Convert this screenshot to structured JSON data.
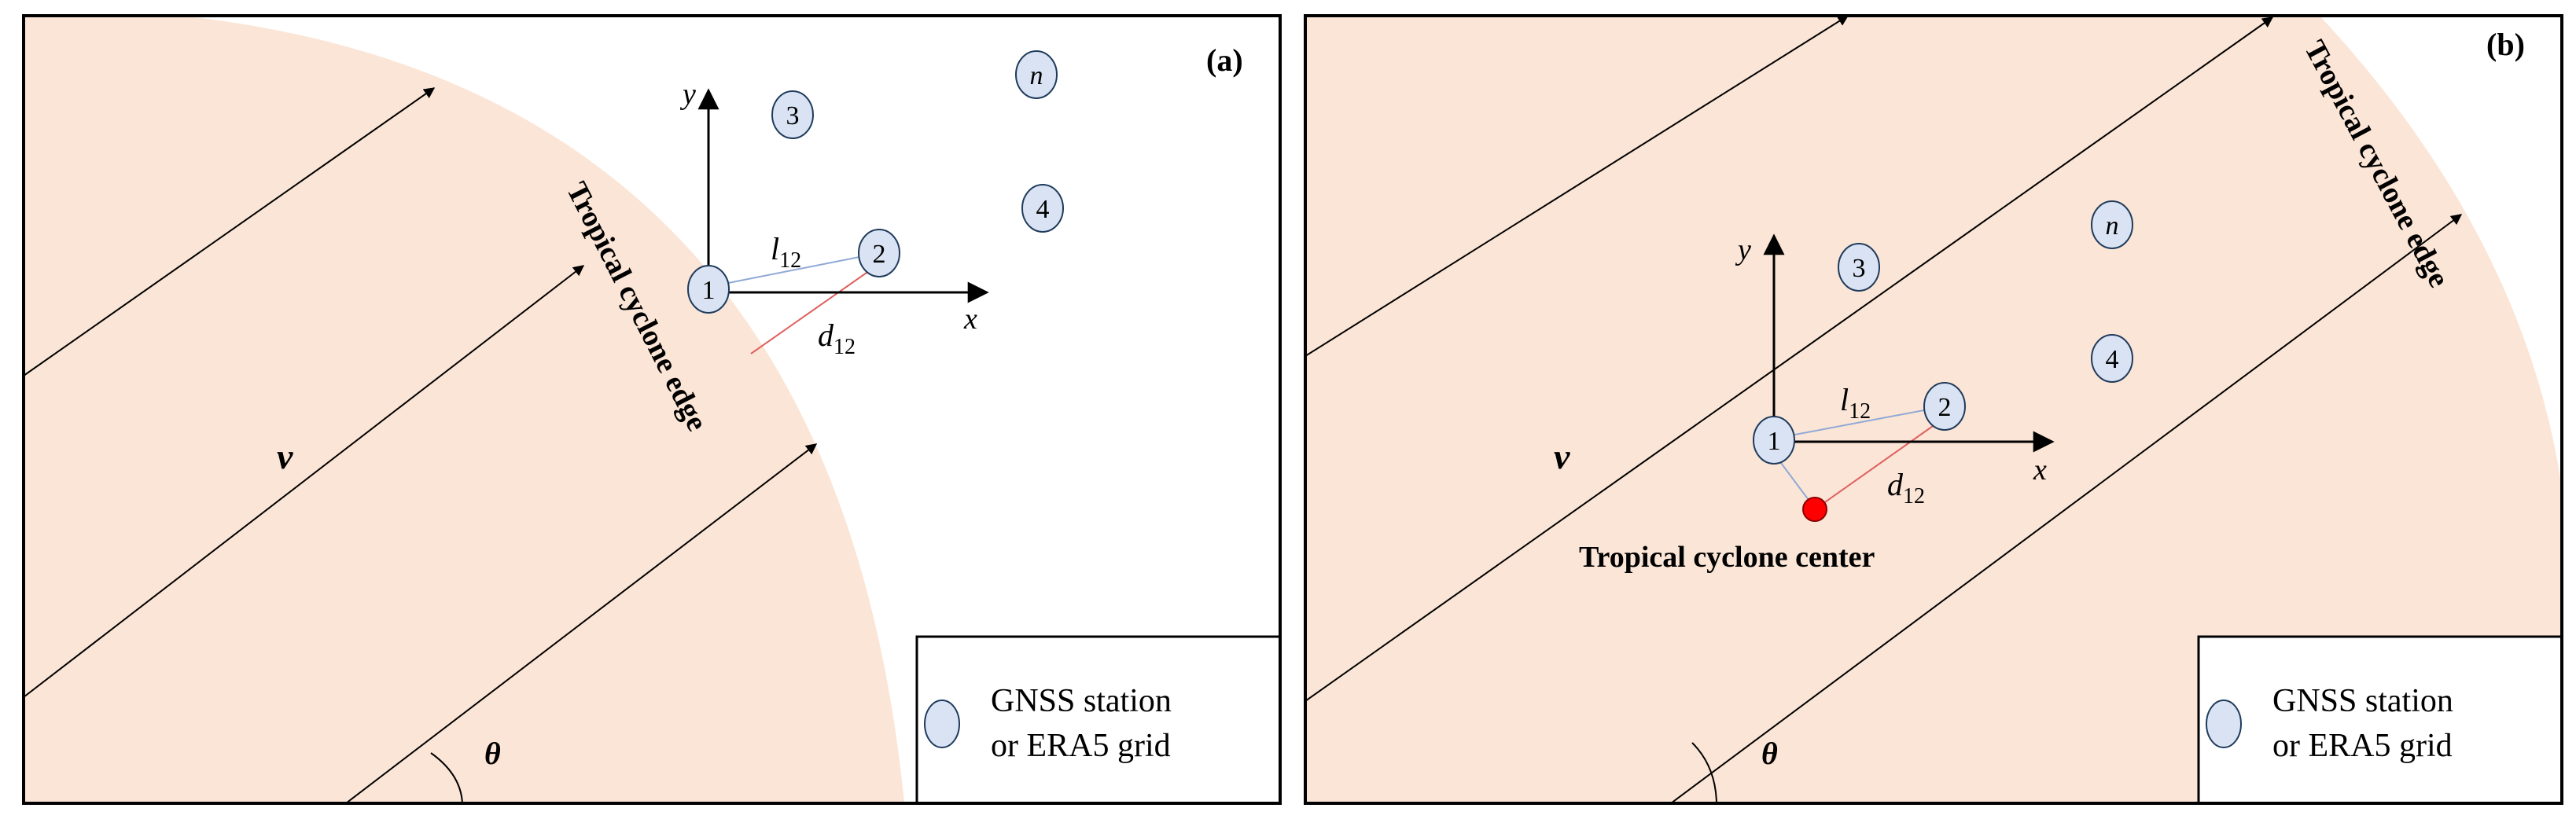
{
  "colors": {
    "cyclone_fill": "#fbe5d6",
    "station_fill": "#dae3f3",
    "station_stroke": "#1f3b5c",
    "frame": "#000000",
    "baseline": "#7f9fcf",
    "dist": "#e06060",
    "center": "#ff0000"
  },
  "panel_a": {
    "label": "(a)",
    "axis_x": "x",
    "axis_y": "y",
    "velocity": "v",
    "angle": "θ",
    "edge_label": "Tropical cyclone edge",
    "baseline_label": "l",
    "baseline_sub": "12",
    "dist_label": "d",
    "dist_sub": "12",
    "stations": [
      "1",
      "2",
      "3",
      "4",
      "n"
    ],
    "legend": {
      "line1": "GNSS station",
      "line2": "or ERA5 grid"
    }
  },
  "panel_b": {
    "label": "(b)",
    "axis_x": "x",
    "axis_y": "y",
    "velocity": "v",
    "angle": "θ",
    "edge_label": "Tropical cyclone edge",
    "center_label": "Tropical cyclone center",
    "baseline_label": "l",
    "baseline_sub": "12",
    "dist_label": "d",
    "dist_sub": "12",
    "stations": [
      "1",
      "2",
      "3",
      "4",
      "n"
    ],
    "legend": {
      "line1": "GNSS station",
      "line2": "or ERA5 grid"
    }
  }
}
